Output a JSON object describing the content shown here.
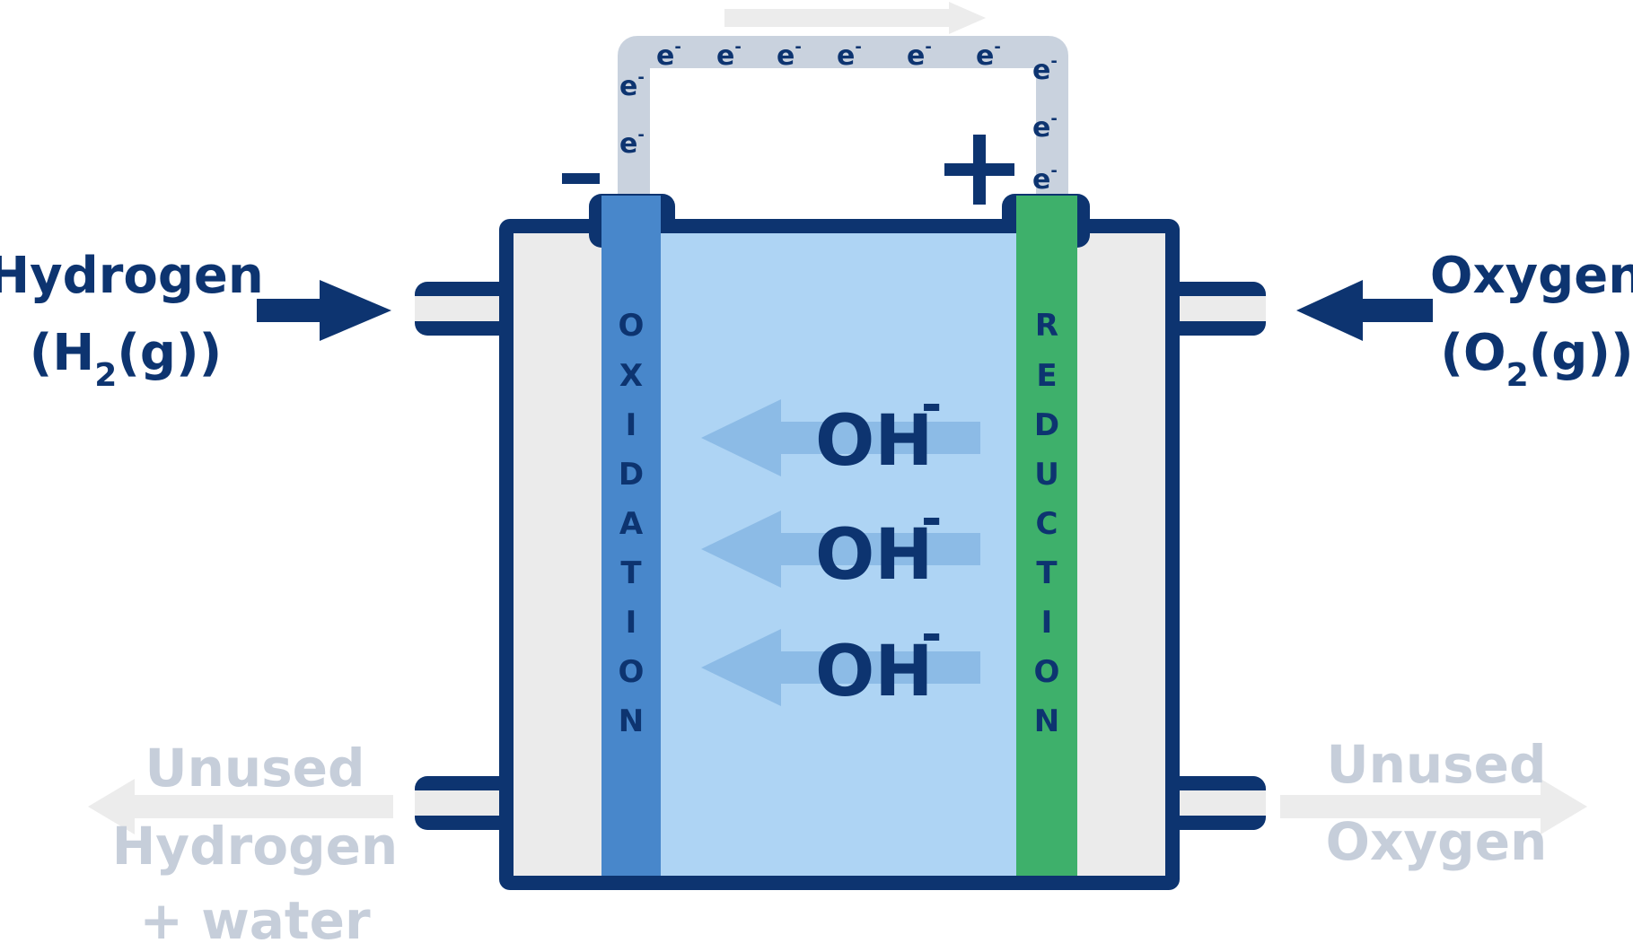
{
  "colors": {
    "navy": "#0d3470",
    "electrolyte": "#aed4f4",
    "anode": "#4887cb",
    "cathode": "#3eb06b",
    "housing": "#ebebeb",
    "wire": "#c9d2de",
    "ion_arrow": "#8cbbe6",
    "faded_text": "#c6ceda",
    "faded_arrow": "#ececec",
    "anode_text": "#0d3470",
    "cathode_text": "#0d3470"
  },
  "inputs": {
    "hydrogen": {
      "name": "Hydrogen",
      "formula_open": "(H",
      "formula_sub": "2",
      "formula_close": "(g))"
    },
    "oxygen": {
      "name": "Oxygen",
      "formula_open": "(O",
      "formula_sub": "2",
      "formula_close": "(g))"
    }
  },
  "outputs": {
    "hydrogen": {
      "line1": "Unused",
      "line2": "Hydrogen",
      "line3": "+ water"
    },
    "oxygen": {
      "line1": "Unused",
      "line2": "Oxygen"
    }
  },
  "electrodes": {
    "anode": {
      "sign": "-",
      "letters": [
        "O",
        "X",
        "I",
        "D",
        "A",
        "T",
        "I",
        "O",
        "N"
      ]
    },
    "cathode": {
      "sign": "+",
      "letters": [
        "R",
        "E",
        "D",
        "U",
        "C",
        "T",
        "I",
        "O",
        "N"
      ]
    }
  },
  "ion": {
    "base": "OH",
    "charge": "-"
  },
  "electron": {
    "base": "e",
    "charge": "-"
  }
}
